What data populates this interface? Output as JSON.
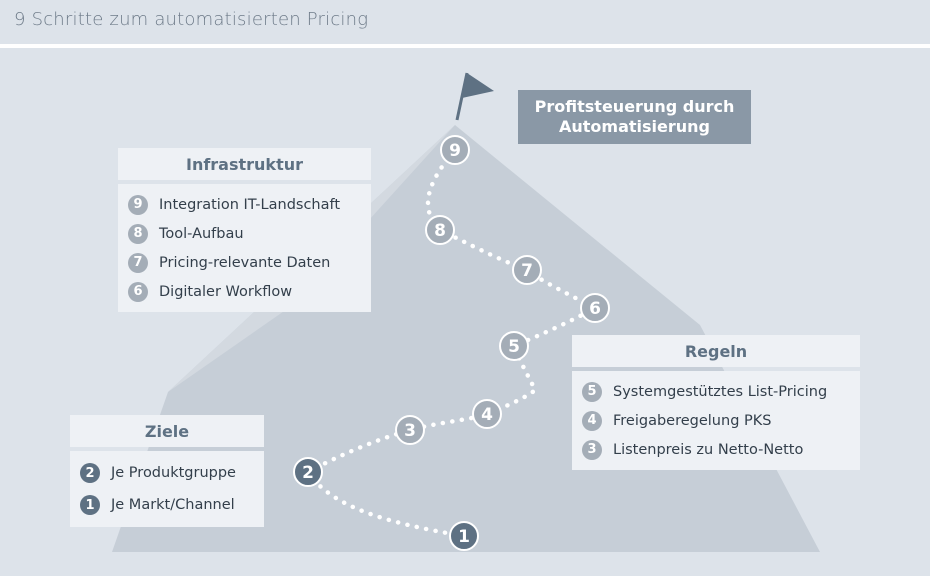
{
  "title": "9 Schritte zum automatisierten Pricing",
  "goal": {
    "line1": "Profitsteuerung durch",
    "line2": "Automatisierung"
  },
  "boxes": {
    "infrastruktur": {
      "title": "Infrastruktur",
      "items": [
        {
          "num": "9",
          "label": "Integration IT-Landschaft"
        },
        {
          "num": "8",
          "label": "Tool-Aufbau"
        },
        {
          "num": "7",
          "label": "Pricing-relevante Daten"
        },
        {
          "num": "6",
          "label": "Digitaler Workflow"
        }
      ]
    },
    "regeln": {
      "title": "Regeln",
      "items": [
        {
          "num": "5",
          "label": "Systemgestütztes List-Pricing"
        },
        {
          "num": "4",
          "label": "Freigaberegelung PKS"
        },
        {
          "num": "3",
          "label": "Listenpreis zu Netto-Netto"
        }
      ]
    },
    "ziele": {
      "title": "Ziele",
      "items": [
        {
          "num": "2",
          "label": "Je Produktgruppe"
        },
        {
          "num": "1",
          "label": "Je Markt/Channel"
        }
      ]
    }
  },
  "path_steps": [
    "1",
    "2",
    "3",
    "4",
    "5",
    "6",
    "7",
    "8",
    "9"
  ],
  "colors": {
    "background": "#dde3ea",
    "mountain": "#c6ced7",
    "mountain_light": "#d3d9e0",
    "marker_dark": "#5e7183",
    "marker_light": "#a4adb7",
    "flag": "#5e7183",
    "box_bg": "#eef1f5",
    "goal_box": "#8a98a6"
  }
}
